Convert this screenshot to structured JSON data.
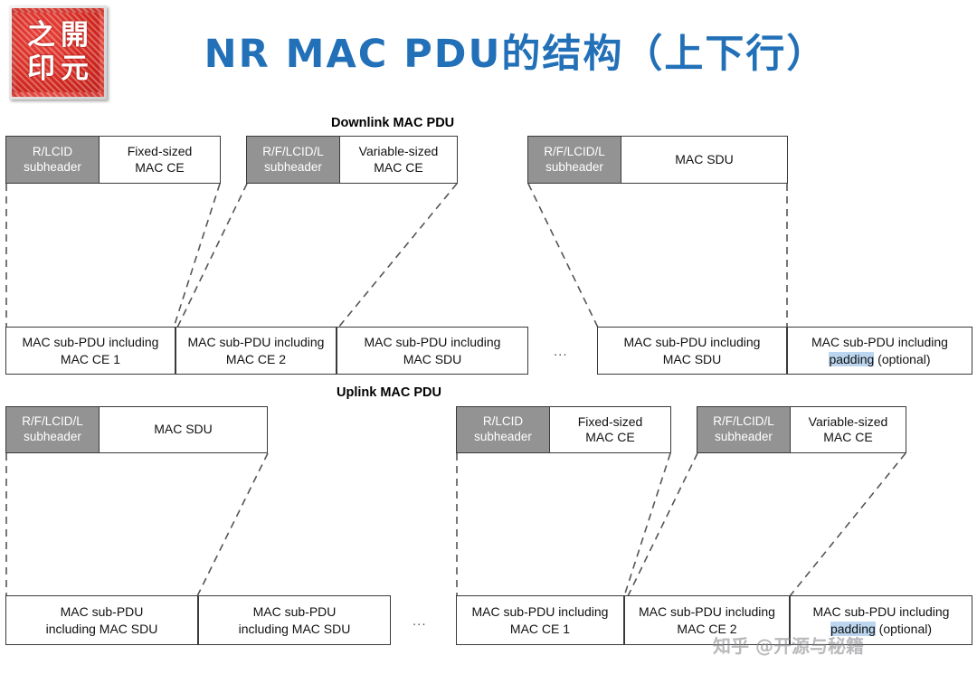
{
  "header": {
    "title": "NR MAC PDU的结构（上下行）",
    "title_color": "#2270b8",
    "logo": {
      "name": "kaiyuan-seal-logo",
      "chars": [
        "之",
        "開",
        "印",
        "元"
      ],
      "color": "#d52b22"
    }
  },
  "downlink": {
    "section_title": "Downlink MAC PDU",
    "units": [
      {
        "subheader": "R/LCID\nsubheader",
        "payload": "Fixed-sized\nMAC CE"
      },
      {
        "subheader": "R/F/LCID/L\nsubheader",
        "payload": "Variable-sized\nMAC CE"
      },
      {
        "subheader": "R/F/LCID/L\nsubheader",
        "payload": "MAC SDU"
      }
    ],
    "subpdus": [
      {
        "line1": "MAC sub-PDU including",
        "line2": "MAC CE 1",
        "highlight": ""
      },
      {
        "line1": "MAC sub-PDU including",
        "line2": "MAC CE 2",
        "highlight": ""
      },
      {
        "line1": "MAC sub-PDU including",
        "line2": "MAC SDU",
        "highlight": ""
      },
      {
        "line1": "MAC sub-PDU including",
        "line2": "MAC SDU",
        "highlight": ""
      },
      {
        "line1": "MAC sub-PDU including",
        "line2": " (optional)",
        "highlight": "padding"
      }
    ],
    "ellipsis": "..."
  },
  "uplink": {
    "section_title": "Uplink MAC PDU",
    "units": [
      {
        "subheader": "R/F/LCID/L\nsubheader",
        "payload": "MAC SDU"
      },
      {
        "subheader": "R/LCID\nsubheader",
        "payload": "Fixed-sized\nMAC CE"
      },
      {
        "subheader": "R/F/LCID/L\nsubheader",
        "payload": "Variable-sized\nMAC CE"
      }
    ],
    "subpdus": [
      {
        "line1": "MAC sub-PDU",
        "line2": "including MAC SDU",
        "highlight": ""
      },
      {
        "line1": "MAC sub-PDU",
        "line2": "including MAC SDU",
        "highlight": ""
      },
      {
        "line1": "MAC sub-PDU including",
        "line2": "MAC CE 1",
        "highlight": ""
      },
      {
        "line1": "MAC sub-PDU including",
        "line2": "MAC CE 2",
        "highlight": ""
      },
      {
        "line1": "MAC sub-PDU including",
        "line2": " (optional)",
        "highlight": "padding"
      }
    ],
    "ellipsis": "..."
  },
  "watermark": {
    "text": "知乎 @开源与秘籍"
  },
  "colors": {
    "subheader_fill": "#939393",
    "subheader_text": "#ffffff",
    "box_border": "#3a3a3a",
    "highlight": "#bcd6f0",
    "title": "#2270b8"
  }
}
